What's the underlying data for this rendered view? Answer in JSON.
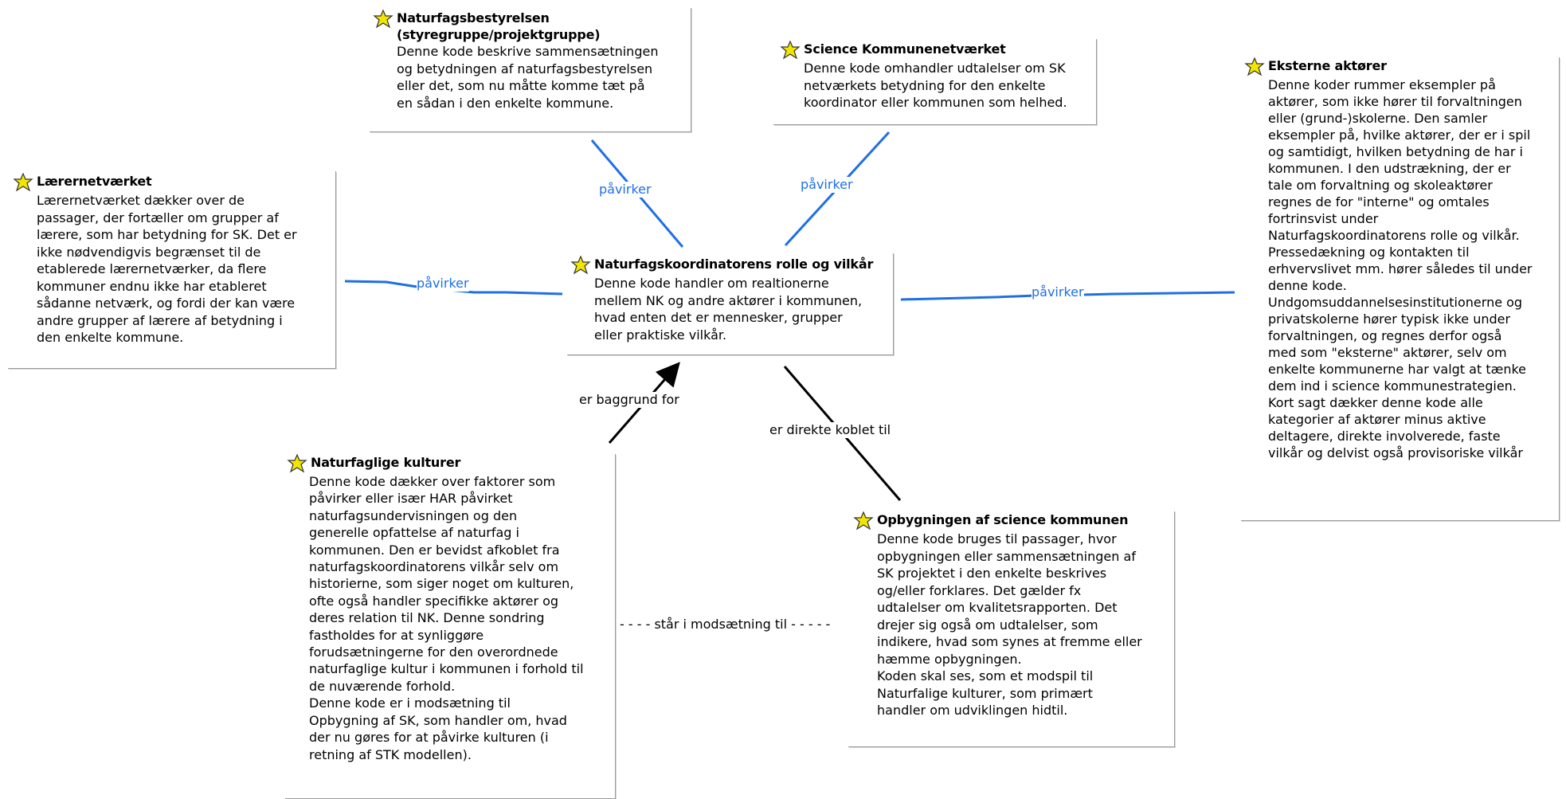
{
  "nodes": {
    "bestyrelsen": {
      "title": "Naturfagsbestyrelsen\n(styregruppe/projektgruppe)",
      "body": "Denne kode beskrive sammensætningen\nog betydningen af naturfagsbestyrelsen\neller det, som nu måtte komme tæt på\nen sådan i den enkelte kommune."
    },
    "kommunenetvaerket": {
      "title": "Science Kommunenetværket",
      "body": "Denne kode omhandler udtalelser om SK\nnetværkets betydning for den enkelte\nkoordinator eller kommunen som helhed."
    },
    "laerernetvaerket": {
      "title": "Lærernetværket",
      "body": "Lærernetværket dækker over de\npassager, der fortæller om grupper af\nlærere, som har betydning for SK. Det er\nikke nødvendigvis begrænset til de\netablerede lærernetværker, da flere\nkommuner endnu ikke har etableret\nsådanne netværk, og fordi der kan være\nandre grupper af lærere af betydning i\nden enkelte kommune."
    },
    "koordinator": {
      "title": "Naturfagskoordinatorens rolle og vilkår",
      "body": "Denne kode handler om realtionerne\nmellem NK og andre aktører i kommunen,\nhvad enten det er mennesker, grupper\neller praktiske vilkår."
    },
    "eksterne": {
      "title": "Eksterne aktører",
      "body": "Denne koder rummer eksempler på\naktører, som ikke hører til forvaltningen\neller (grund-)skolerne. Den samler\neksempler på, hvilke aktører, der er i spil\nog samtidigt, hvilken betydning de har i\nkommunen. I den udstrækning, der er\ntale om forvaltning og skoleaktører\nregnes de for \"interne\" og omtales\nfortrinsvist under\nNaturfagskoordinatorens rolle og vilkår.\nPressedækning og kontakten til\nerhvervslivet mm.  hører således til under\ndenne kode.\nUndgomsuddannelsesinstitutionerne og\nprivatskolerne hører typisk ikke under\nforvaltningen, og regnes derfor også\nmed som \"eksterne\" aktører, selv om\nenkelte kommunerne har valgt at tænke\ndem ind i science kommunestrategien.\nKort sagt dækker denne kode alle\nkategorier af aktører minus aktive\ndeltagere, direkte involverede, faste\nvilkår og delvist også provisoriske vilkår"
    },
    "kulturer": {
      "title": "Naturfaglige kulturer",
      "body": "Denne kode dækker over faktorer som\npåvirker eller især HAR påvirket\nnaturfagsundervisningen og den\ngenerelle opfattelse af naturfag i\nkommunen. Den er bevidst afkoblet fra\nnaturfagskoordinatorens vilkår selv om\nhistorierne, som siger noget om kulturen,\nofte også handler specifikke aktører og\nderes relation til NK. Denne sondring\nfastholdes for at synliggøre\nforudsætningerne for den overordnede\nnaturfaglige kultur i kommunen i forhold til\nde nuværende forhold.\nDenne kode er i modsætning til\nOpbygning af SK, som handler om, hvad\nder nu gøres for at påvirke kulturen (i\nretning af STK modellen)."
    },
    "opbygningen": {
      "title": "Opbygningen af science kommunen",
      "body": "Denne kode bruges til passager, hvor\nopbygningen eller sammensætningen af\nSK projektet i den enkelte beskrives\nog/eller forklares. Det gælder fx\nudtalelser om kvalitetsrapporten. Det\ndrejer sig også om udtalelser, som\nindikere, hvad som synes at fremme eller\nhæmme opbygningen.\nKoden skal ses, som et modspil til\nNaturfalige kulturer, som primært\nhandler om udviklingen hidtil."
    }
  },
  "relations": {
    "pavirker_1": "påvirker",
    "pavirker_2": "påvirker",
    "pavirker_3": "påvirker",
    "pavirker_4": "påvirker",
    "baggrund": "er baggrund for",
    "koblet": "er direkte koblet til",
    "modsaetning": "- - - - står i modsætning til - - - - -"
  },
  "colors": {
    "blue_line": "#1e6fe6",
    "black_line": "#000000",
    "icon_fill": "#f2e600"
  }
}
